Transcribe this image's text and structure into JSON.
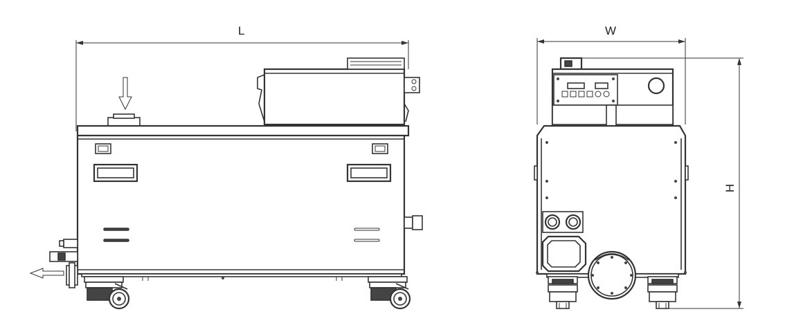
{
  "dimensions": {
    "length_label": "L",
    "width_label": "W",
    "height_label": "H"
  },
  "colors": {
    "line": "#333333",
    "background": "#ffffff",
    "dark_fill": "#444444"
  }
}
